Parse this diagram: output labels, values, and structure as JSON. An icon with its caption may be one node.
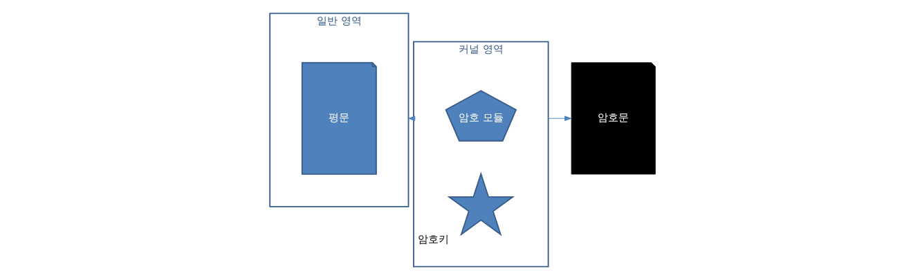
{
  "diagram": {
    "nodes": [
      {
        "text": [
          "일반 영역"
        ]
      },
      {
        "text": [
          "평문"
        ],
        "in": 0
      },
      {
        "text": [
          "커널 영역"
        ]
      },
      {
        "text": [
          "암호 모듈"
        ],
        "in": 2
      },
      {
        "text": [],
        "shape": "star",
        "beside": [
          "암호키"
        ],
        "in": 2
      },
      {
        "text": [
          "암호문"
        ]
      }
    ],
    "edges": [
      {
        "from": 2,
        "to": 0,
        "arrow": "to"
      },
      {
        "from": 2,
        "to": 5,
        "arrow": "to"
      }
    ]
  }
}
